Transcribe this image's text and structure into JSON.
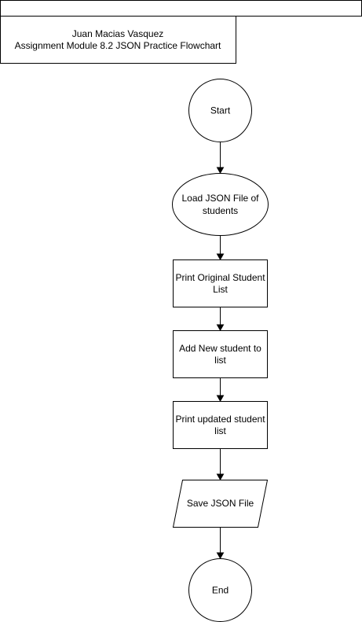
{
  "header": {
    "name": "Juan Macias Vasquez",
    "assignment": "Assignment Module 8.2 JSON Practice Flowchart"
  },
  "flowchart": {
    "start": "Start",
    "load_line1": "Load JSON File of",
    "load_line2": "students",
    "print_original_line1": "Print Original Student",
    "print_original_line2": "List",
    "add_student_line1": "Add New student to",
    "add_student_line2": "list",
    "print_updated_line1": "Print updated student",
    "print_updated_line2": "list",
    "save": "Save JSON File",
    "end": "End"
  },
  "colors": {
    "stroke": "#000000",
    "fill": "#ffffff"
  }
}
